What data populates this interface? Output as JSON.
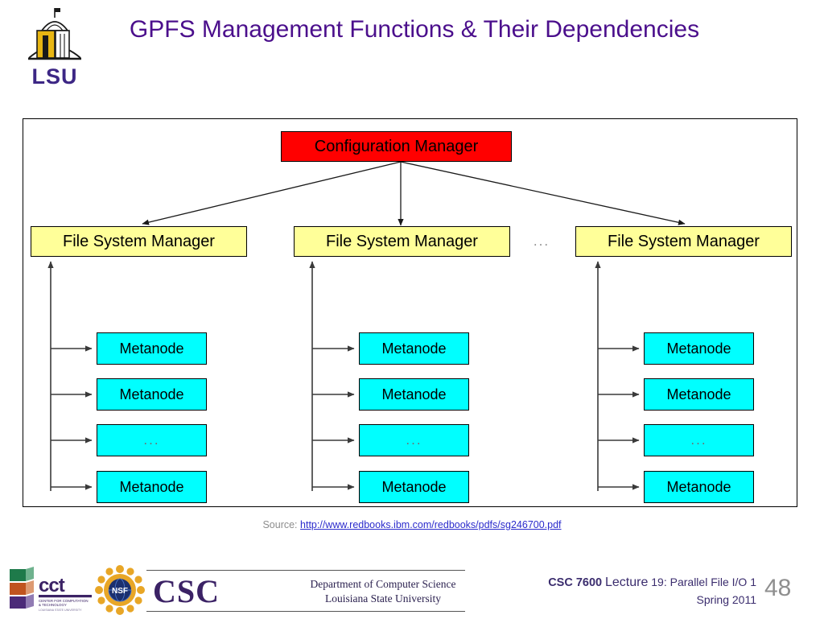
{
  "slide": {
    "title": "GPFS Management Functions & Their Dependencies",
    "number": "48"
  },
  "logo": {
    "lsu_text": "LSU",
    "lsu_alt": "lsu-tower-logo"
  },
  "diagram": {
    "config_manager": {
      "label": "Configuration Manager",
      "color": "#ff0000"
    },
    "fsm_color": "#ffff99",
    "metanode_color": "#00ffff",
    "column_gap_ellipsis": "...",
    "columns": [
      {
        "manager": "File System Manager",
        "nodes": [
          "Metanode",
          "Metanode",
          "...",
          "Metanode"
        ]
      },
      {
        "manager": "File System Manager",
        "nodes": [
          "Metanode",
          "Metanode",
          "...",
          "Metanode"
        ]
      },
      {
        "manager": "File System Manager",
        "nodes": [
          "Metanode",
          "Metanode",
          "...",
          "Metanode"
        ]
      }
    ]
  },
  "source": {
    "prefix": "Source:",
    "url": "http://www.redbooks.ibm.com/redbooks/pdfs/sg246700.pdf"
  },
  "footer": {
    "cct_alt": "cct-logo",
    "nsf_label": "NSF",
    "csc_word": "CSC",
    "csc_dept_line1": "Department of Computer Science",
    "csc_dept_line2": "Louisiana State University",
    "course_code": "CSC 7600",
    "course_lecture_word": "Lecture",
    "course_lecture_detail": "19: Parallel File I/O 1",
    "course_term": "Spring 2011"
  }
}
